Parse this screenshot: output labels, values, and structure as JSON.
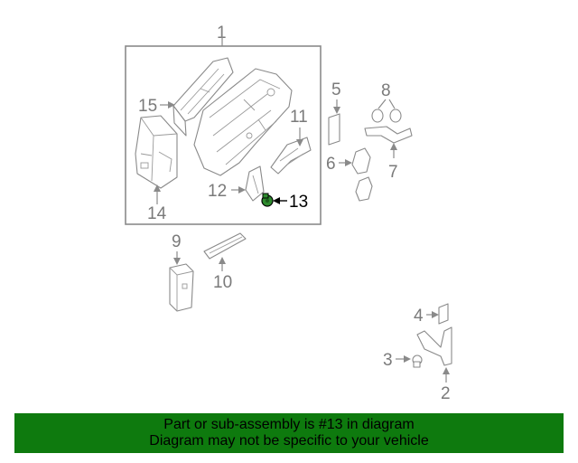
{
  "diagram": {
    "callouts": {
      "c1": "1",
      "c2": "2",
      "c3": "3",
      "c4": "4",
      "c5": "5",
      "c6": "6",
      "c7": "7",
      "c8": "8",
      "c9": "9",
      "c10": "10",
      "c11": "11",
      "c12": "12",
      "c13": "13",
      "c14": "14",
      "c15": "15"
    },
    "highlighted_part": "13",
    "colors": {
      "highlight_part": "#2e8b2e",
      "banner": "#0e7a0e",
      "line": "#8a8a8a"
    }
  },
  "banner": {
    "line1": "Part or sub-assembly is #13 in diagram",
    "line2": "Diagram may not be specific to your vehicle"
  }
}
